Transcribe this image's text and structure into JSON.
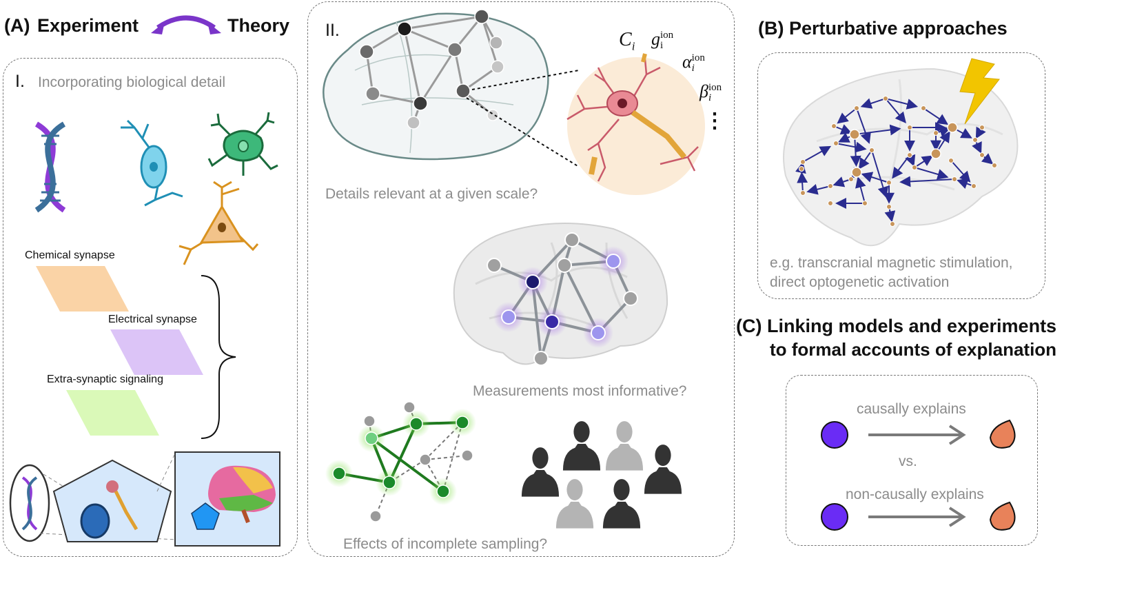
{
  "panel_a": {
    "label": "(A)",
    "experiment": "Experiment",
    "theory": "Theory",
    "section_roman": "I.",
    "section_title": "Incorporating biological detail",
    "synapses": [
      "Chemical synapse",
      "Electrical synapse",
      "Extra-synaptic signaling"
    ]
  },
  "panel_ii": {
    "roman": "II.",
    "q1": "Details relevant at a given scale?",
    "q2": "Measurements most informative?",
    "q3": "Effects of incomplete sampling?",
    "math": {
      "c": "C",
      "c_sub": "i",
      "g": "g",
      "g_sub": "i",
      "g_sup": "ion",
      "alpha": "α",
      "alpha_sub": "i",
      "alpha_sup": "ion",
      "beta": "β",
      "beta_sub": "i",
      "beta_sup": "ion",
      "ellipsis": "⋮"
    }
  },
  "panel_b": {
    "title": "(B) Perturbative approaches",
    "caption_line1": "e.g. transcranial magnetic stimulation,",
    "caption_line2": "direct optogenetic activation"
  },
  "panel_c": {
    "title_line1": "(C) Linking models and experiments",
    "title_line2": "to formal accounts of explanation",
    "causal": "causally explains",
    "vs": "vs.",
    "noncausal": "non-causally explains"
  },
  "colors": {
    "purple_arrow": "#7a35c9",
    "node_purple": "#6a2cf5",
    "drop_orange": "#e8825a",
    "network_green": "#1f7a1f",
    "tms_blue": "#2a2c8f",
    "tms_node": "#c8955a",
    "bolt": "#f2c500"
  }
}
